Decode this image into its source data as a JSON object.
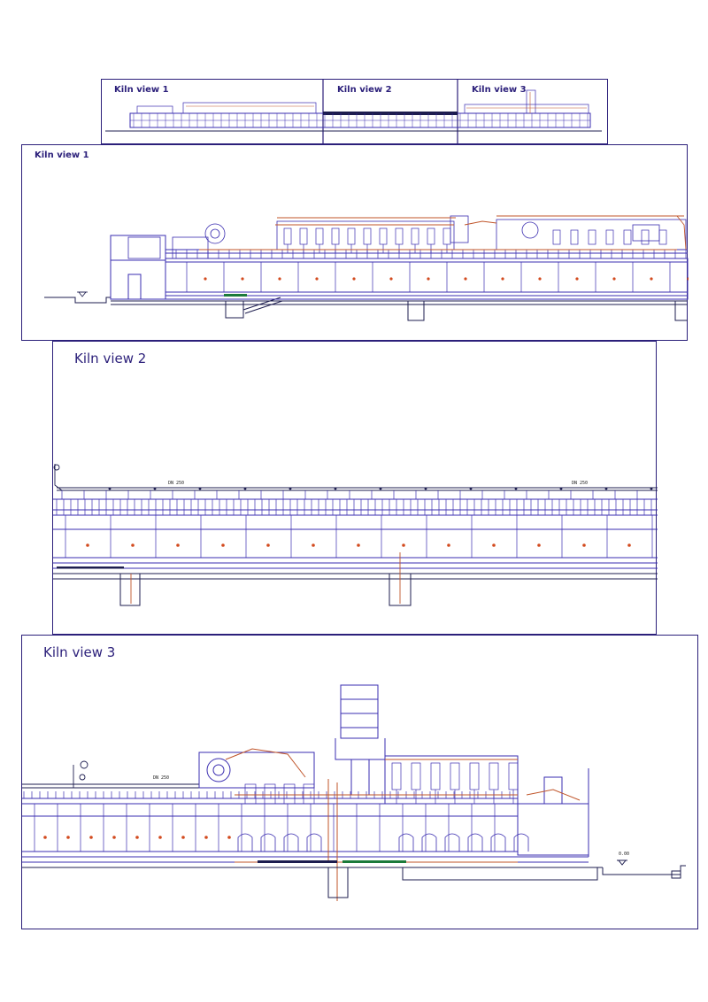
{
  "overview": {
    "views": [
      {
        "title": "Kiln view 1"
      },
      {
        "title": "Kiln view 2"
      },
      {
        "title": "Kiln view 3"
      }
    ]
  },
  "view1": {
    "title": "Kiln view 1"
  },
  "view2": {
    "title": "Kiln view 2",
    "pipe_label_left": "DN 250",
    "pipe_label_right": "DN 250"
  },
  "view3": {
    "title": "Kiln view 3",
    "pipe_label": "DN 250",
    "level_label": "0.00"
  },
  "colors": {
    "frame": "#2b1f7a",
    "structure": "#3a2db0",
    "ducting": "#c0552a",
    "detail": "#d24a1e",
    "floor": "#1d1d4f",
    "accent_green": "#1b7a3a"
  }
}
